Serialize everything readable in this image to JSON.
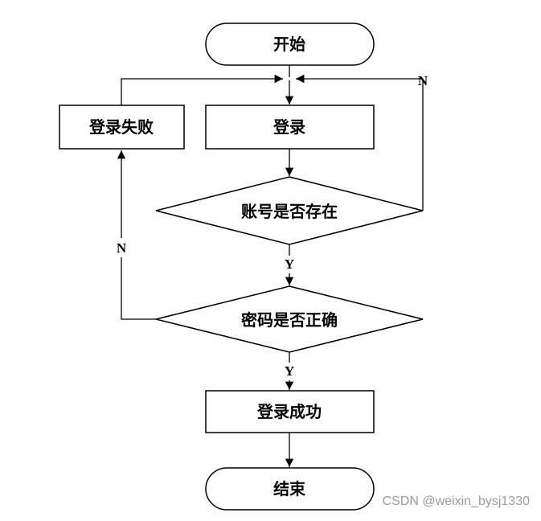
{
  "flowchart": {
    "start": "开始",
    "login": "登录",
    "login_failed": "登录失败",
    "account_exists": "账号是否存在",
    "password_correct": "密码是否正确",
    "login_success": "登录成功",
    "end": "结束",
    "edge_no_account": "N",
    "edge_yes_account": "Y",
    "edge_no_password": "N",
    "edge_yes_password": "Y"
  },
  "watermark": "CSDN @weixin_bysj1330"
}
